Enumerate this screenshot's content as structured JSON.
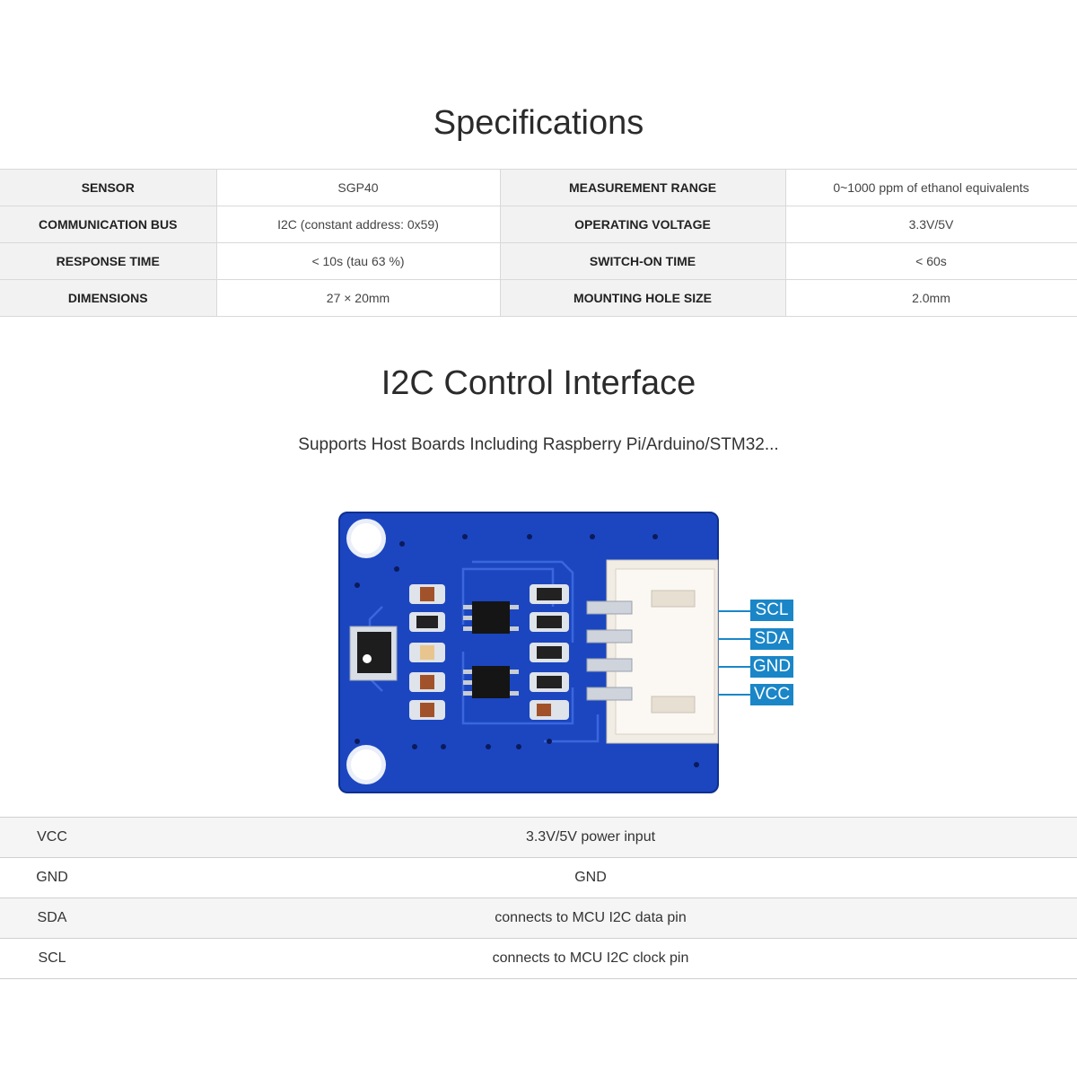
{
  "specifications": {
    "title": "Specifications",
    "rows": [
      {
        "k1": "SENSOR",
        "v1": "SGP40",
        "k2": "MEASUREMENT RANGE",
        "v2": "0~1000 ppm of ethanol equivalents"
      },
      {
        "k1": "COMMUNICATION BUS",
        "v1": "I2C (constant address: 0x59)",
        "k2": "OPERATING VOLTAGE",
        "v2": "3.3V/5V"
      },
      {
        "k1": "RESPONSE TIME",
        "v1": "< 10s (tau 63 %)",
        "k2": "SWITCH-ON TIME",
        "v2": "< 60s"
      },
      {
        "k1": "DIMENSIONS",
        "v1": "27 × 20mm",
        "k2": "MOUNTING HOLE SIZE",
        "v2": "2.0mm"
      }
    ]
  },
  "interface": {
    "title": "I2C Control Interface",
    "subtitle": "Supports Host Boards Including Raspberry Pi/Arduino/STM32...",
    "board_labels": [
      "SCL",
      "SDA",
      "GND",
      "VCC"
    ],
    "board_colors": {
      "pcb": "#1b46c0",
      "label": "#1a86c8"
    }
  },
  "pinout": [
    {
      "pin": "VCC",
      "desc": "3.3V/5V power input"
    },
    {
      "pin": "GND",
      "desc": "GND"
    },
    {
      "pin": "SDA",
      "desc": "connects to MCU I2C data pin"
    },
    {
      "pin": "SCL",
      "desc": "connects to MCU I2C clock pin"
    }
  ]
}
